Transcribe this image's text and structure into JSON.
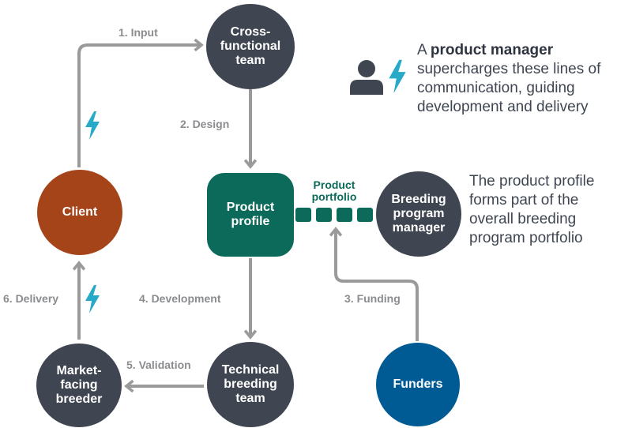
{
  "nodes": {
    "cross_functional": "Cross-\nfunctional\nteam",
    "client": "Client",
    "product_profile": "Product\nprofile",
    "breeding_manager": "Breeding\nprogram\nmanager",
    "market_breeder": "Market-\nfacing\nbreeder",
    "technical_team": "Technical\nbreeding\nteam",
    "funders": "Funders"
  },
  "edges": {
    "input": "1. Input",
    "design": "2. Design",
    "funding": "3. Funding",
    "development": "4. Development",
    "validation": "5. Validation",
    "delivery": "6. Delivery"
  },
  "portfolio_label": "Product\nportfolio",
  "legend": {
    "prefix": "A ",
    "emphasis": "product manager",
    "rest": "supercharges these lines of communication, guiding development and delivery",
    "icons": [
      "person-icon",
      "lightning-icon"
    ]
  },
  "profile_note": "The product profile forms part of the overall breeding program portfolio",
  "colors": {
    "node_dark": "#3f4651",
    "client": "#a54319",
    "product_profile": "#0b6a59",
    "funders": "#005a94",
    "arrow": "#9a9a9a",
    "lightning": "#27a9c8"
  }
}
